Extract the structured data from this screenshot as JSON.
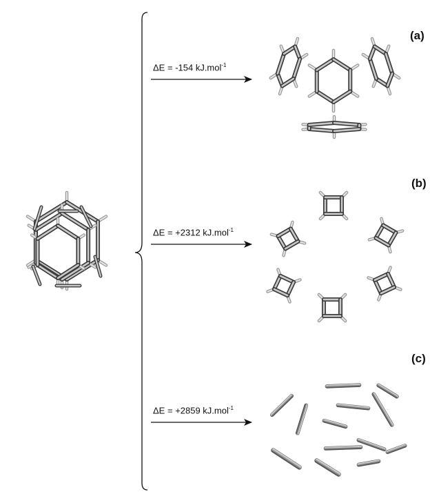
{
  "reactions": [
    {
      "panel": "(a)",
      "delta_symbol": "ΔE",
      "value": "= -154 kJ.mol",
      "exponent": "-1"
    },
    {
      "panel": "(b)",
      "delta_symbol": "ΔE",
      "value": "= +2312 kJ.mol",
      "exponent": "-1"
    },
    {
      "panel": "(c)",
      "delta_symbol": "ΔE",
      "value": "= +2859 kJ.mol",
      "exponent": "-1"
    }
  ],
  "colors": {
    "bond_dark": "#3a3a3a",
    "bond_light": "#c8c8c8",
    "hydrogen": "#e6e6e6",
    "ink": "#111111"
  }
}
